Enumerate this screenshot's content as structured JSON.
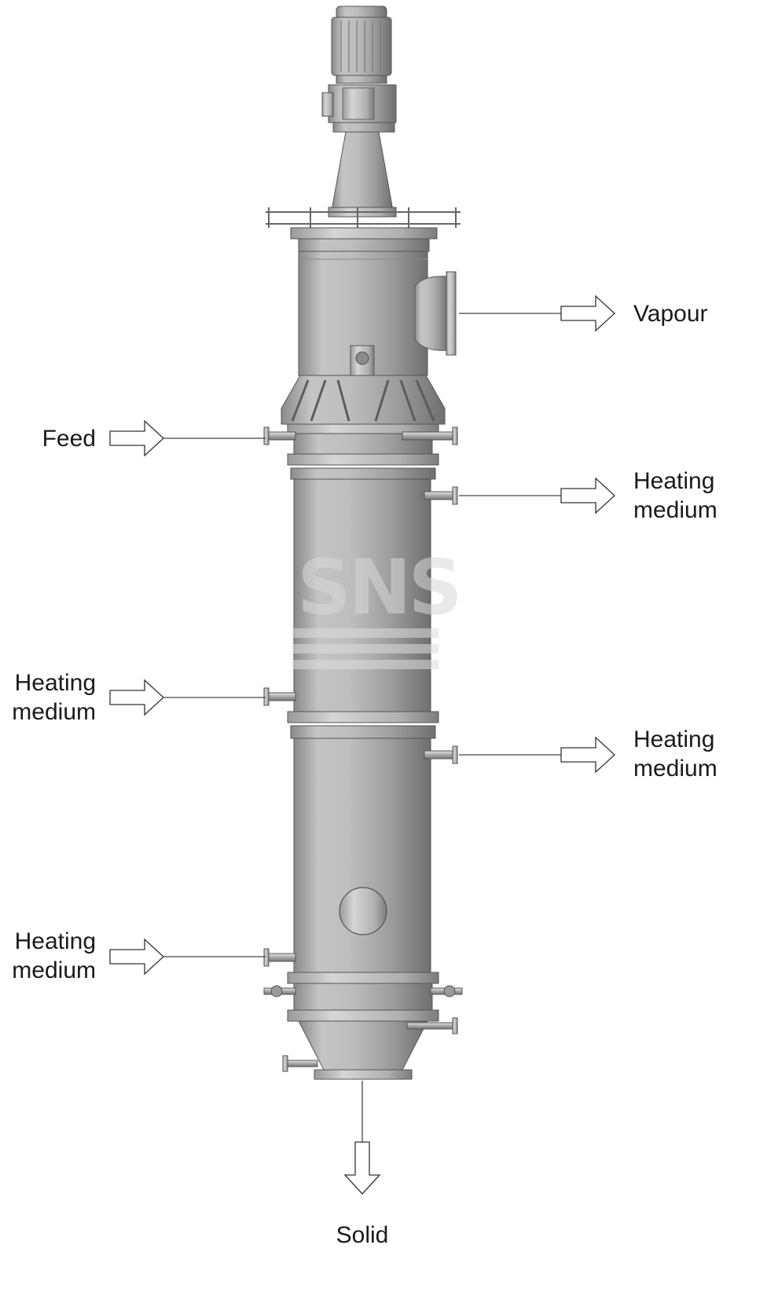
{
  "labels": {
    "vapour": "Vapour",
    "feed": "Feed",
    "heating_medium_out_1_line1": "Heating",
    "heating_medium_out_1_line2": "medium",
    "heating_medium_in_1_line1": "Heating",
    "heating_medium_in_1_line2": "medium",
    "heating_medium_out_2_line1": "Heating",
    "heating_medium_out_2_line2": "medium",
    "heating_medium_in_2_line1": "Heating",
    "heating_medium_in_2_line2": "medium",
    "solid": "Solid"
  },
  "watermark": "SNS",
  "colors": {
    "steel_light": "#d9d9d9",
    "steel_mid": "#a8a8a8",
    "steel_dark": "#6e6e6e",
    "arrow_stroke": "#333333"
  }
}
